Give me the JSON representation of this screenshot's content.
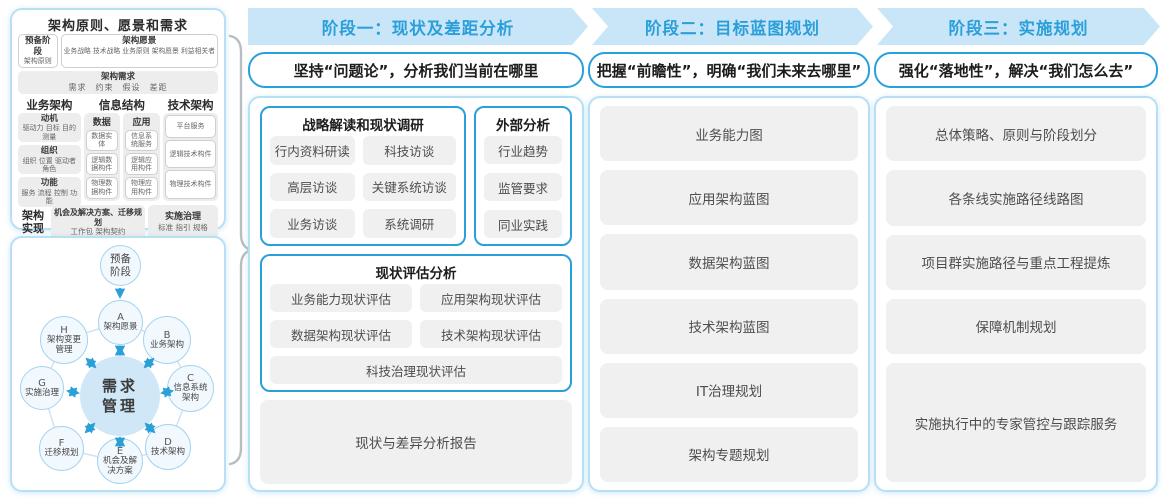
{
  "colors": {
    "accent_blue": "#2aa0db",
    "band_bg": "#c9e6f8",
    "band_text": "#2b9fd9",
    "panel_border": "#b8e0f5",
    "item_gray": "#f0f0f0",
    "circle_fill": "#cfe7f7",
    "circle_border": "#a5d3ee",
    "arrow_blue": "#2a9fd8",
    "brace_gray": "#b9bdc2"
  },
  "left_top": {
    "title": "架构原则、愿景和需求",
    "prep": {
      "title": "预备阶段",
      "sub": "架构原则"
    },
    "vision": {
      "title": "架构愿景",
      "sub": "业务战略 技术战略 业务原则 架构愿景 利益相关者"
    },
    "requirement": {
      "title": "架构需求",
      "sub": "需求　约束　假设　差距"
    },
    "business": {
      "title": "业务架构",
      "boxes": [
        {
          "title": "动机",
          "sub": "驱动力 目标 目的 测量"
        },
        {
          "title": "组织",
          "sub": "组织 位置 驱动者 角色"
        },
        {
          "title": "功能",
          "sub": "服务 流程 控制 功能"
        }
      ]
    },
    "info": {
      "title": "信息结构",
      "data_group": {
        "title": "数据",
        "items": [
          "数据实体",
          "逻辑数据构件",
          "物理数据构件"
        ]
      },
      "app_group": {
        "title": "应用",
        "items": [
          "信息系统服务",
          "逻辑应用构件",
          "物理应用构件"
        ]
      }
    },
    "tech": {
      "title": "技术架构",
      "items": [
        "平台服务",
        "逻辑技术构件",
        "物理技术构件"
      ]
    },
    "realization": {
      "label": "架构实现",
      "box1": {
        "title": "机会及解决方案、迁移规划",
        "sub": "工作包 架构契约"
      },
      "box2": {
        "title": "实施治理",
        "sub": "标准 指引 规格"
      }
    }
  },
  "adm": {
    "prelim": "预备阶段",
    "center": "需求管理",
    "nodes": [
      {
        "letter": "A",
        "label": "架构愿景"
      },
      {
        "letter": "B",
        "label": "业务架构"
      },
      {
        "letter": "C",
        "label": "信息系统架构"
      },
      {
        "letter": "D",
        "label": "技术架构"
      },
      {
        "letter": "E",
        "label": "机会及解决方案"
      },
      {
        "letter": "F",
        "label": "迁移规划"
      },
      {
        "letter": "G",
        "label": "实施治理"
      },
      {
        "letter": "H",
        "label": "架构变更管理"
      }
    ]
  },
  "phases": [
    {
      "header": "阶段一：现状及差距分析",
      "subtitle": "坚持“问题论”，分析我们当前在哪里"
    },
    {
      "header": "阶段二：目标蓝图规划",
      "subtitle": "把握“前瞻性”，明确“我们未来去哪里”"
    },
    {
      "header": "阶段三：实施规划",
      "subtitle": "强化“落地性”，解决“我们怎么去”"
    }
  ],
  "phase1": {
    "strategy": {
      "title": "战略解读和现状调研",
      "items": [
        "行内资料研读",
        "科技访谈",
        "高层访谈",
        "关键系统访谈",
        "业务访谈",
        "系统调研"
      ]
    },
    "external": {
      "title": "外部分析",
      "items": [
        "行业趋势",
        "监管要求",
        "同业实践"
      ]
    },
    "assessment": {
      "title": "现状评估分析",
      "items": [
        "业务能力现状评估",
        "应用架构现状评估",
        "数据架构现状评估",
        "技术架构现状评估",
        "科技治理现状评估"
      ]
    },
    "report": "现状与差异分析报告"
  },
  "phase2": {
    "items": [
      "业务能力图",
      "应用架构蓝图",
      "数据架构蓝图",
      "技术架构蓝图",
      "IT治理规划",
      "架构专题规划"
    ]
  },
  "phase3": {
    "items": [
      "总体策略、原则与阶段划分",
      "各条线实施路径线路图",
      "项目群实施路径与重点工程提炼",
      "保障机制规划",
      "实施执行中的专家管控与跟踪服务"
    ]
  }
}
